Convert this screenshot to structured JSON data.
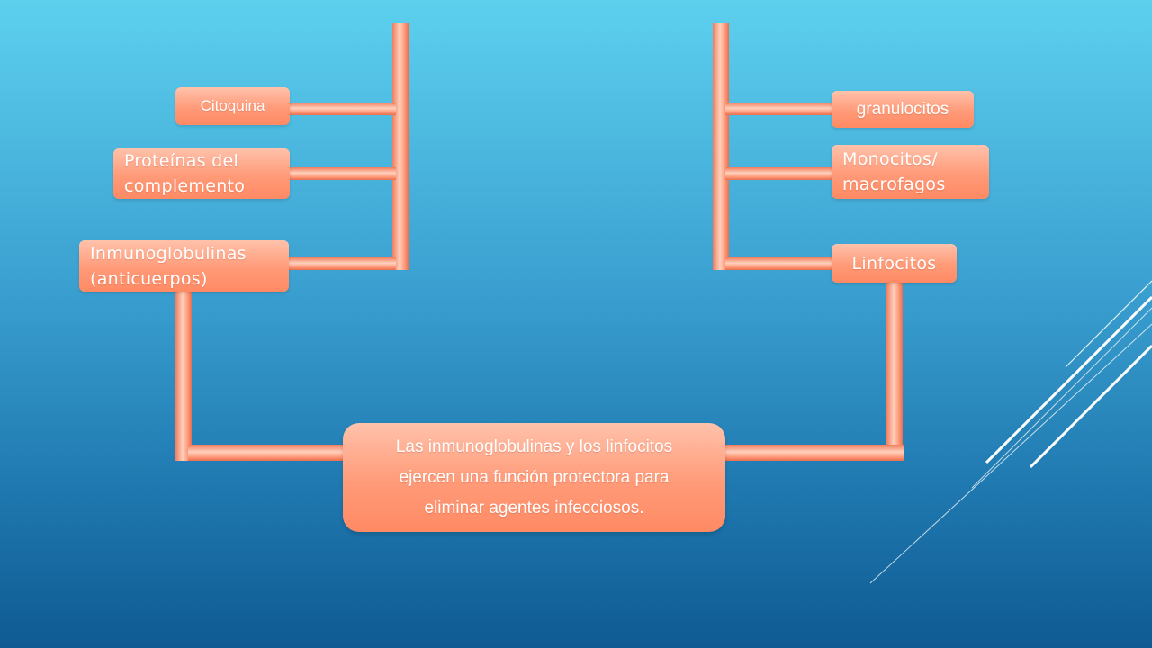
{
  "diagram": {
    "left_group": [
      {
        "id": "citoquina",
        "label": "Citoquina"
      },
      {
        "id": "proteinas",
        "label": "Proteínas del\ncomplemento"
      },
      {
        "id": "inmunoglobulinas",
        "label": "Inmunoglobulinas\n(anticuerpos)"
      }
    ],
    "right_group": [
      {
        "id": "granulocitos",
        "label": "granulocitos"
      },
      {
        "id": "monocitos",
        "label": "Monocitos/\nmacrofagos"
      },
      {
        "id": "linfocitos",
        "label": "Linfocitos"
      }
    ],
    "central": {
      "label": "Las inmunoglobulinas  y los linfocitos\nejercen una función protectora para\neliminar agentes infecciosos."
    }
  },
  "colors": {
    "background_top": "#5dd0ee",
    "background_bottom": "#0f5a92",
    "box_fill": "#ff9a78",
    "pipe": "#ffa488",
    "text": "#ffffff"
  }
}
